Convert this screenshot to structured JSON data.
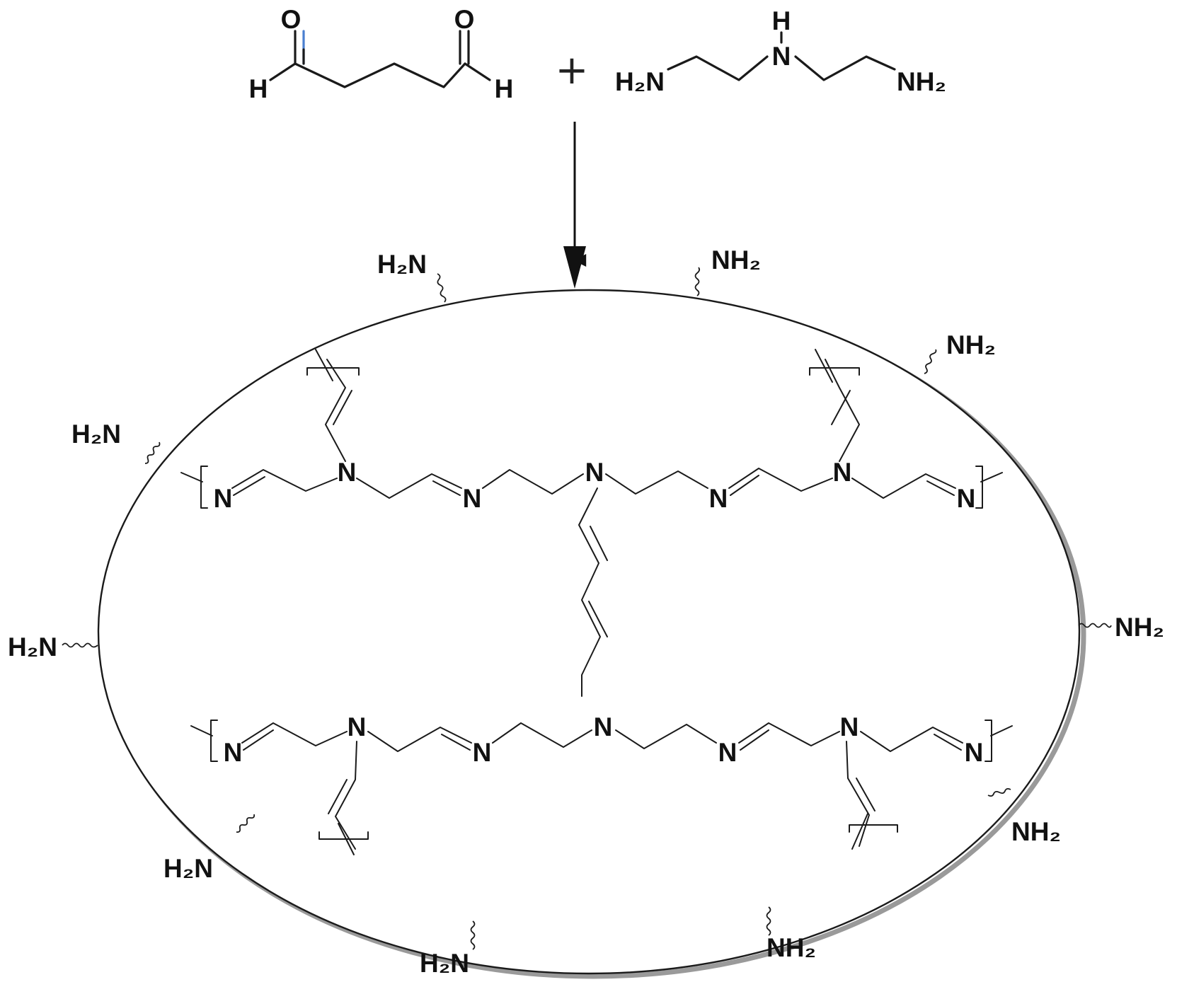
{
  "reactants": {
    "glutaraldehyde": {
      "oxygen_left": "O",
      "oxygen_right": "O",
      "hydrogen_left": "H",
      "hydrogen_right": "H"
    },
    "plus_sign": "+",
    "diethylenetriamine": {
      "h2n": "H₂N",
      "nh": "H",
      "n_center": "N",
      "nh2": "NH₂"
    }
  },
  "network": {
    "nitrogen": "N"
  },
  "surface_groups": {
    "h2n": "H₂N",
    "nh2": "NH₂"
  },
  "colors": {
    "line": "#1a1a1a",
    "carbonyl_accent": "#4a7fd0",
    "shadow": "#9a9a9a"
  }
}
